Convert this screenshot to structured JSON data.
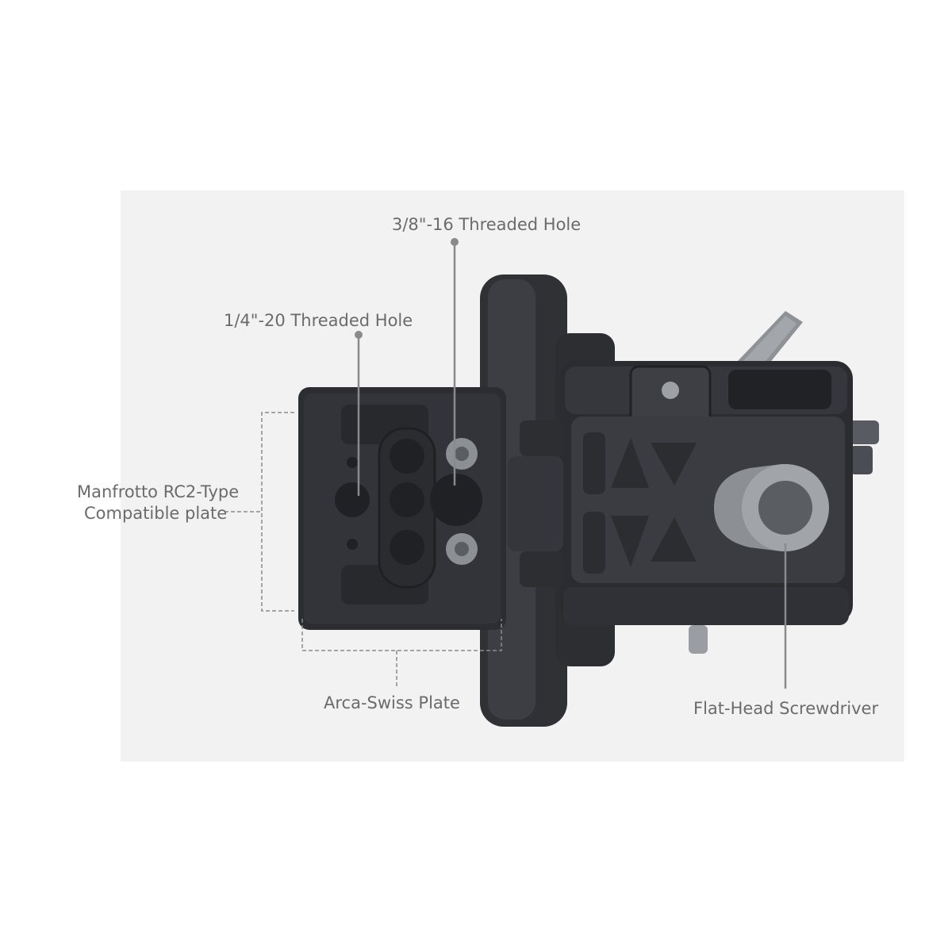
{
  "colors": {
    "background": "#ffffff",
    "panel": "#f2f2f2",
    "body_dark": "#2a2c30",
    "body_mid": "#3a3c41",
    "screw_steel": "#8c8f94",
    "leader_line": "#8a8a8a",
    "label_text": "#6b6b6b"
  },
  "labels": {
    "threaded_hole_3_8": "3/8\"-16 Threaded Hole",
    "threaded_hole_1_4": "1/4\"-20 Threaded Hole",
    "manfrotto_line1": "Manfrotto RC2-Type",
    "manfrotto_line2": "Compatible plate",
    "arca_swiss": "Arca-Swiss Plate",
    "screwdriver": "Flat-Head Screwdriver"
  }
}
